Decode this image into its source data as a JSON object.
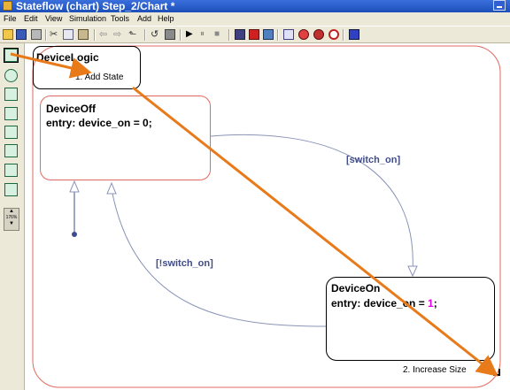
{
  "window": {
    "title": "Stateflow (chart) Step_2/Chart *",
    "icon": "stateflow-app-icon"
  },
  "menu": [
    "File",
    "Edit",
    "View",
    "Simulation",
    "Tools",
    "Add",
    "Help"
  ],
  "toolbar": {
    "icons": [
      "open-icon",
      "save-icon",
      "print-icon",
      "cut-icon",
      "copy-icon",
      "paste-icon",
      "back-icon",
      "forward-icon",
      "up-icon",
      "undo-icon",
      "redo-icon",
      "play-icon",
      "pause-icon",
      "stop-icon",
      "build-icon",
      "library-icon",
      "explorer-icon",
      "debug-icon",
      "search-icon",
      "target-icon",
      "model-icon"
    ]
  },
  "palette": {
    "tools": [
      "state-tool-icon",
      "history-junction-icon",
      "default-transition-icon",
      "connective-junction-icon",
      "truth-table-icon",
      "function-icon",
      "graphical-function-icon",
      "box-icon"
    ],
    "zoom_label": "176%"
  },
  "chart": {
    "outer_state": {
      "name": "DeviceLogic"
    },
    "states": [
      {
        "name": "DeviceOff",
        "entry_prefix": "entry: device_on = ",
        "entry_value": "0",
        "entry_suffix": ";"
      },
      {
        "name": "DeviceOn",
        "entry_prefix": "entry: device_on = ",
        "entry_value": "1",
        "entry_suffix": ";"
      }
    ],
    "transitions": [
      {
        "label": "[switch_on]"
      },
      {
        "label": "[!switch_on]"
      }
    ]
  },
  "callouts": {
    "step1": "1. Add State",
    "step2": "2. Increase Size"
  },
  "colors": {
    "state_border_red": "#e06a60",
    "transition_label": "#404c8c",
    "arrow_orange": "#e87a1a",
    "highlight_value": "#e000e0"
  }
}
